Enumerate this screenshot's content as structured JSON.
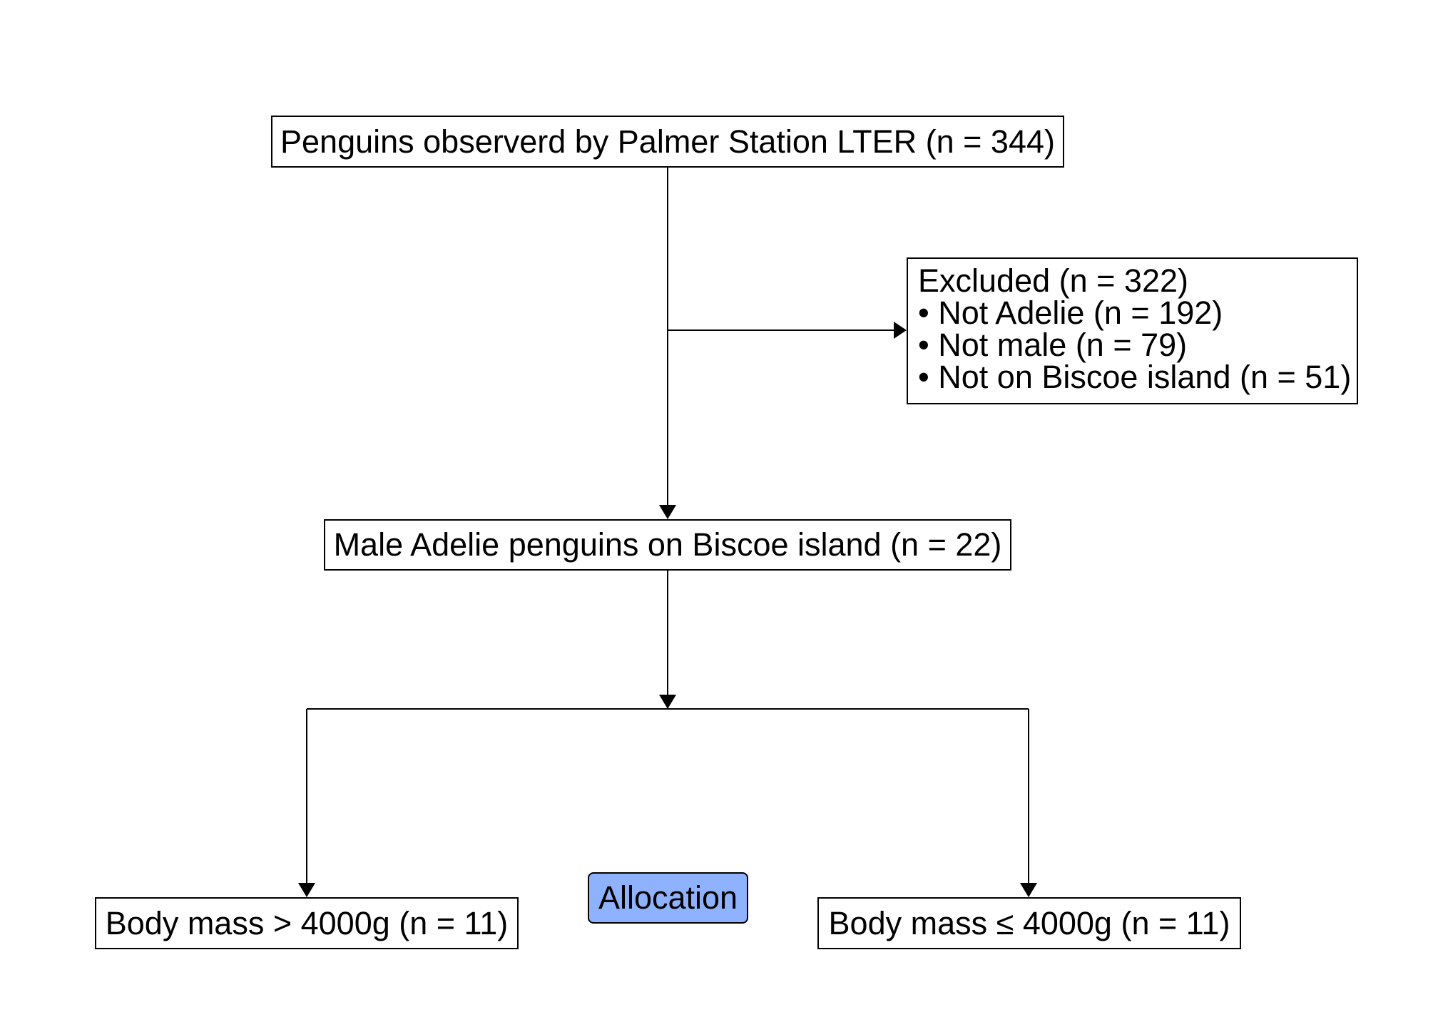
{
  "diagram": {
    "top_box": "Penguins observerd by Palmer Station LTER (n = 344)",
    "excluded_box": {
      "header": "Excluded (n = 322)",
      "items": [
        "• Not Adelie (n = 192)",
        "• Not male (n = 79)",
        "• Not on Biscoe island (n = 51)"
      ]
    },
    "middle_box": "Male Adelie penguins on Biscoe island (n = 22)",
    "allocation_label": "Allocation",
    "left_box": "Body mass > 4000g (n = 11)",
    "right_box": "Body mass ≤ 4000g (n = 11)"
  },
  "colors": {
    "allocation_fill": "#8fb2ff",
    "line": "#000000",
    "background": "#ffffff"
  }
}
